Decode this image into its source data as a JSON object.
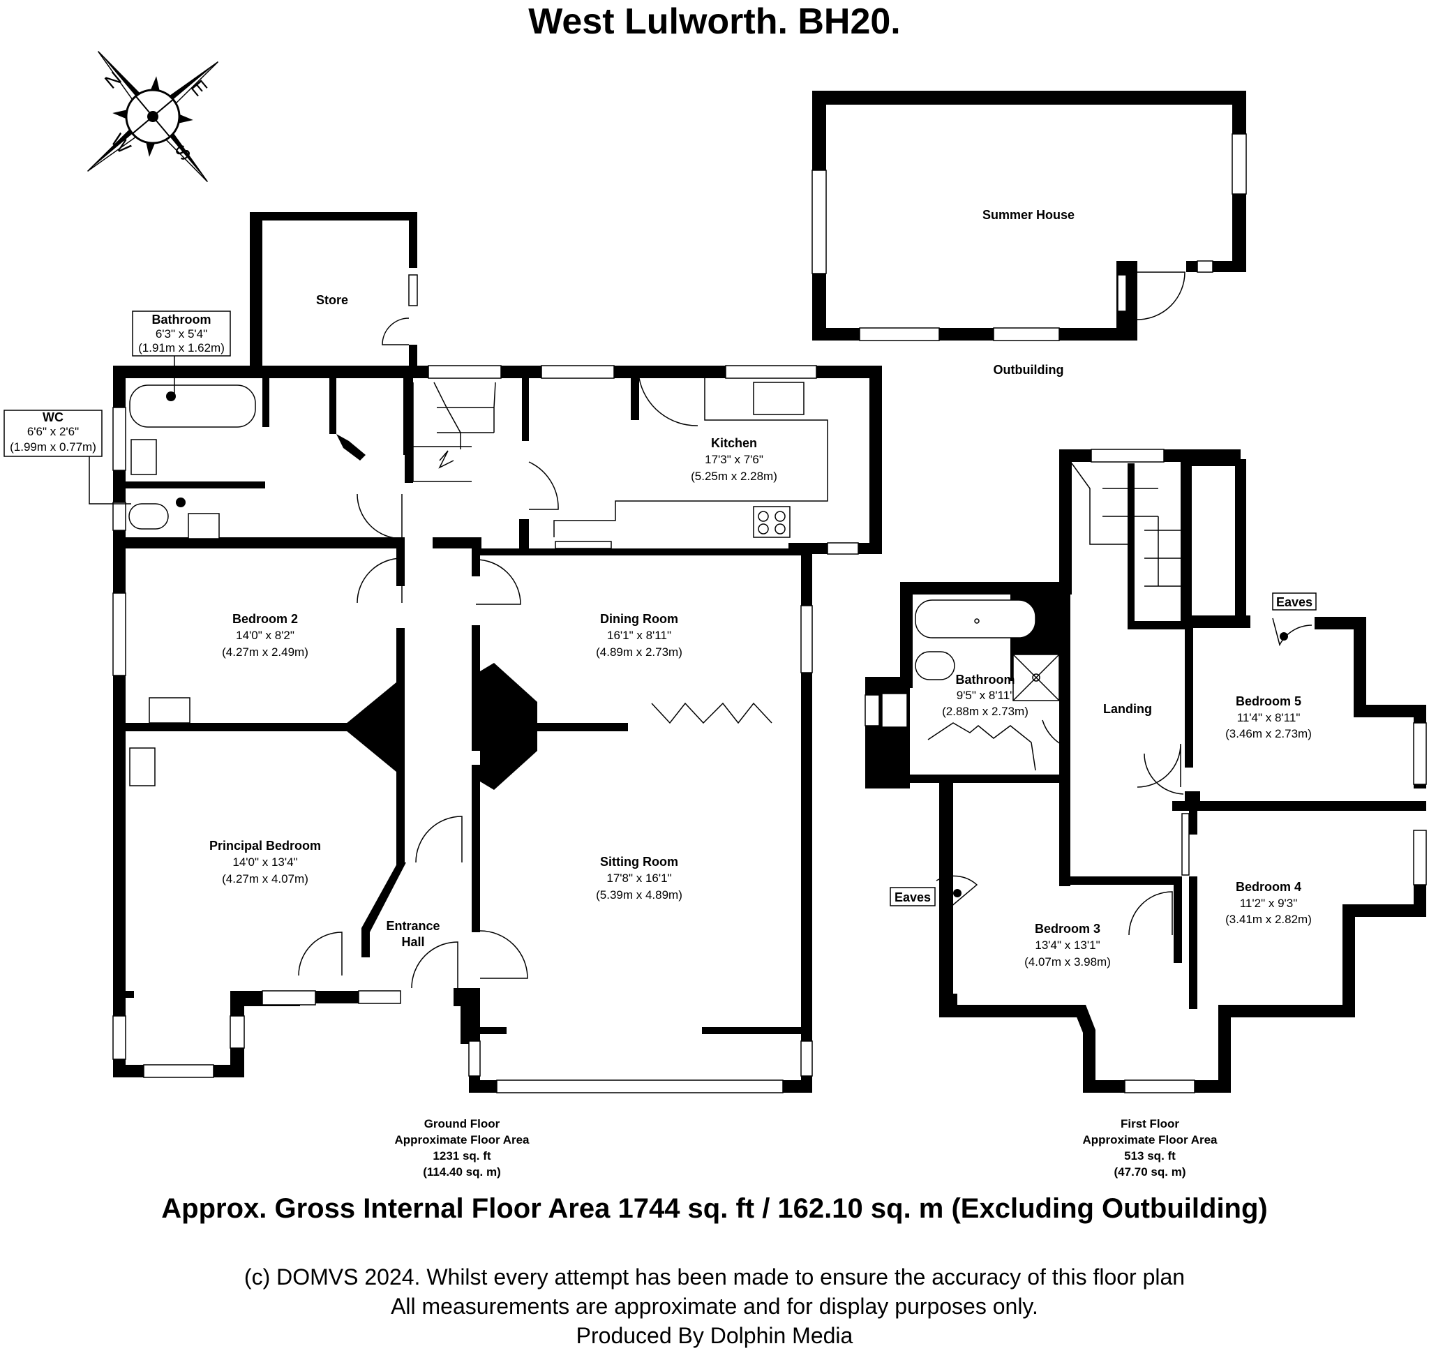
{
  "title": "West Lulworth. BH20.",
  "compass": {
    "letters": [
      "N",
      "E",
      "S",
      "W"
    ]
  },
  "rooms": {
    "store": {
      "name": "Store"
    },
    "bathroom_gf": {
      "name": "Bathroom",
      "imperial": "6'3\" x 5'4\"",
      "metric": "(1.91m x 1.62m)"
    },
    "wc": {
      "name": "WC",
      "imperial": "6'6\" x 2'6\"",
      "metric": "(1.99m x 0.77m)"
    },
    "kitchen": {
      "name": "Kitchen",
      "imperial": "17'3\" x 7'6\"",
      "metric": "(5.25m x 2.28m)"
    },
    "bedroom2": {
      "name": "Bedroom 2",
      "imperial": "14'0\" x 8'2\"",
      "metric": "(4.27m x 2.49m)"
    },
    "dining": {
      "name": "Dining Room",
      "imperial": "16'1\" x 8'11\"",
      "metric": "(4.89m x 2.73m)"
    },
    "principal": {
      "name": "Principal Bedroom",
      "imperial": "14'0\" x 13'4\"",
      "metric": "(4.27m x 4.07m)"
    },
    "sitting": {
      "name": "Sitting Room",
      "imperial": "17'8\" x 16'1\"",
      "metric": "(5.39m x 4.89m)"
    },
    "entrance": {
      "line1": "Entrance",
      "line2": "Hall"
    },
    "summer": {
      "name": "Summer House"
    },
    "outbuilding": {
      "name": "Outbuilding"
    },
    "bathroom_ff": {
      "name": "Bathroom",
      "imperial": "9'5\" x 8'11\"",
      "metric": "(2.88m x 2.73m)"
    },
    "landing": {
      "name": "Landing"
    },
    "bedroom5": {
      "name": "Bedroom 5",
      "imperial": "11'4\" x 8'11\"",
      "metric": "(3.46m x 2.73m)"
    },
    "bedroom4": {
      "name": "Bedroom 4",
      "imperial": "11'2\" x 9'3\"",
      "metric": "(3.41m x 2.82m)"
    },
    "bedroom3": {
      "name": "Bedroom 3",
      "imperial": "13'4\" x 13'1\"",
      "metric": "(4.07m x 3.98m)"
    },
    "eaves_a": {
      "name": "Eaves"
    },
    "eaves_b": {
      "name": "Eaves"
    }
  },
  "ground_floor": {
    "line1": "Ground Floor",
    "line2": "Approximate Floor Area",
    "line3": "1231 sq. ft",
    "line4": "(114.40 sq. m)"
  },
  "first_floor": {
    "line1": "First Floor",
    "line2": "Approximate Floor Area",
    "line3": "513 sq. ft",
    "line4": "(47.70 sq. m)"
  },
  "gross_area": "Approx. Gross Internal Floor Area 1744 sq. ft / 162.10 sq. m (Excluding Outbuilding)",
  "disclaimer": {
    "line1": "(c) DOMVS 2024. Whilst every attempt has been made to ensure the accuracy of this floor plan",
    "line2": "All measurements are approximate and for display purposes only.",
    "line3": "Produced By Dolphin Media"
  }
}
